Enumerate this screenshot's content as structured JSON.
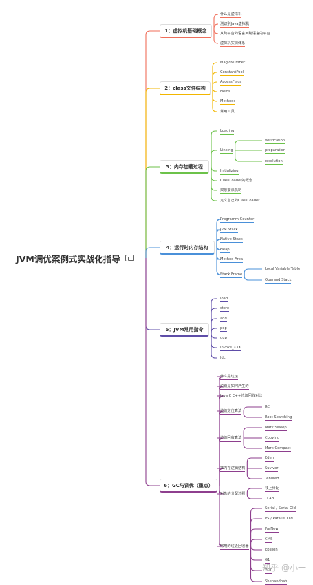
{
  "root": {
    "label": "JVM调优案例式实战化指导"
  },
  "colors": {
    "c1": "#f06e5a",
    "c2": "#f2b600",
    "c3": "#6cc24a",
    "c4": "#4a90d9",
    "c5": "#5e4da8",
    "c6": "#8e3f8e"
  },
  "branches": [
    {
      "label": "1：虚拟机基础概念",
      "color": "c1",
      "children": [
        {
          "label": "什么是虚拟机"
        },
        {
          "label": "测识别Java虚拟机"
        },
        {
          "label": "从跨平台的语言到跨语言的平台"
        },
        {
          "label": "虚拟机实现体系"
        }
      ]
    },
    {
      "label": "2：class文件结构",
      "color": "c2",
      "children": [
        {
          "label": "MagicNumber"
        },
        {
          "label": "ConstantPool"
        },
        {
          "label": "AccessFlags"
        },
        {
          "label": "Fields"
        },
        {
          "label": "Methods"
        },
        {
          "label": "常用工具"
        }
      ]
    },
    {
      "label": "3：内存加载过程",
      "color": "c3",
      "children": [
        {
          "label": "Loading"
        },
        {
          "label": "Linking",
          "children": [
            {
              "label": "verification"
            },
            {
              "label": "preparation"
            },
            {
              "label": "resolution"
            }
          ]
        },
        {
          "label": "Initializing"
        },
        {
          "label": "ClassLoader的概念"
        },
        {
          "label": "双亲委派机制"
        },
        {
          "label": "定义自己的ClassLoader"
        }
      ]
    },
    {
      "label": "4：运行时内存结构",
      "color": "c4",
      "children": [
        {
          "label": "Programm Counter"
        },
        {
          "label": "JVM Stack"
        },
        {
          "label": "Native Stack"
        },
        {
          "label": "Heap"
        },
        {
          "label": "Method Area"
        },
        {
          "label": "Stack Frame",
          "children": [
            {
              "label": "Local Variable Table"
            },
            {
              "label": "Operand Stack"
            }
          ]
        }
      ]
    },
    {
      "label": "5：JVM常用指令",
      "color": "c5",
      "children": [
        {
          "label": "load"
        },
        {
          "label": "store"
        },
        {
          "label": "add"
        },
        {
          "label": "pop"
        },
        {
          "label": "dup"
        },
        {
          "label": "invoke_XXX"
        },
        {
          "label": "ldc"
        }
      ]
    },
    {
      "label": "6：GC与调优（重点）",
      "color": "c6",
      "children": [
        {
          "label": "什么是垃圾"
        },
        {
          "label": "垃圾是如何产生的"
        },
        {
          "label": "Java C C++垃圾回收对比"
        },
        {
          "label": "垃圾定位算法",
          "children": [
            {
              "label": "RC"
            },
            {
              "label": "Root Searching"
            }
          ]
        },
        {
          "label": "垃圾回收算法",
          "children": [
            {
              "label": "Mark Sweep"
            },
            {
              "label": "Copying"
            },
            {
              "label": "Mark Compact"
            }
          ]
        },
        {
          "label": "堆内存逻辑结构",
          "children": [
            {
              "label": "Eden"
            },
            {
              "label": "Suvivor"
            },
            {
              "label": "Tenured"
            }
          ]
        },
        {
          "label": "对象的分配过程",
          "children": [
            {
              "label": "栈上分配"
            },
            {
              "label": "TLAB"
            }
          ]
        },
        {
          "label": "常用的垃圾回收器",
          "children": [
            {
              "label": "Serial / Serial Old"
            },
            {
              "label": "PS / Parallel Old"
            },
            {
              "label": "ParNew"
            },
            {
              "label": "CMS"
            },
            {
              "label": "Epsilon"
            },
            {
              "label": "G1"
            },
            {
              "label": "ZGC"
            },
            {
              "label": "Shenandoah"
            }
          ]
        }
      ]
    }
  ],
  "watermark": "知乎 @小一"
}
